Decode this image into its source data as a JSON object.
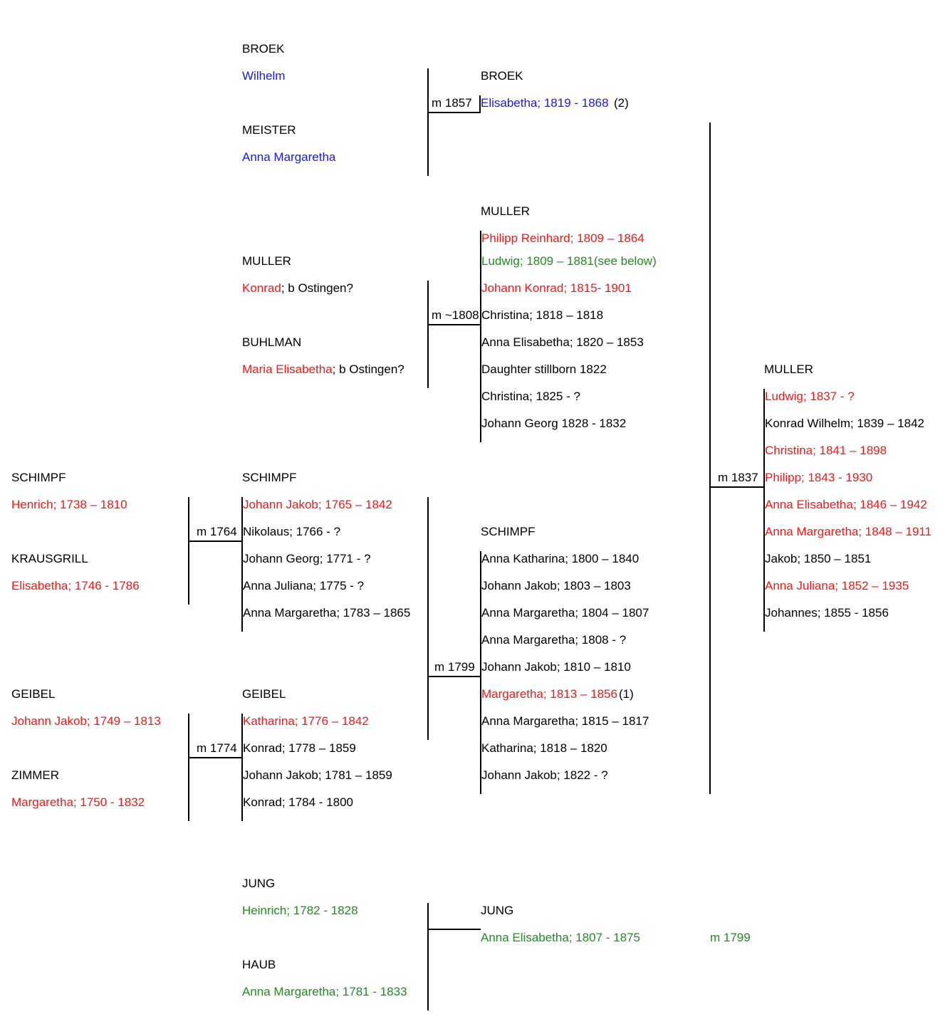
{
  "colors": {
    "blue": "#1a1ae6",
    "red": "#f01818",
    "green": "#228b22",
    "black": "#000000"
  },
  "broek_parents": {
    "father_surname": "BROEK",
    "father_name": "Wilhelm",
    "mother_surname": "MEISTER",
    "mother_name": "Anna Margaretha",
    "marriage": "m 1857"
  },
  "broek_child": {
    "surname": "BROEK",
    "name": "Elisabetha; 1819 - 1868",
    "note": "(2)"
  },
  "muller_parents": {
    "father_surname": "MULLER",
    "father_name": "Konrad",
    "father_note": "; b Ostingen?",
    "mother_surname": "BUHLMAN",
    "mother_name": "Maria Elisabetha",
    "mother_note": "; b Ostingen?",
    "marriage": "m ~1808"
  },
  "muller_children": {
    "surname": "MULLER",
    "c1": "Philipp Reinhard; 1809 – 1864",
    "c2": "Ludwig; 1809 – 1881(see below)",
    "c3": "Johann Konrad; 1815- 1901",
    "c4": "Christina; 1818 – 1818",
    "c5": "Anna Elisabetha; 1820 – 1853",
    "c6": "Daughter stillborn 1822",
    "c7": "Christina; 1825 - ?",
    "c8": "Johann Georg 1828 - 1832"
  },
  "schimpf_gp": {
    "father_surname": "SCHIMPF",
    "father_name": "Henrich; 1738 – 1810",
    "mother_surname": "KRAUSGRILL",
    "mother_name": "Elisabetha; 1746 - 1786",
    "marriage": "m 1764"
  },
  "schimpf_children": {
    "surname": "SCHIMPF",
    "c1": "Johann Jakob; 1765 – 1842",
    "c2": "Nikolaus; 1766 - ?",
    "c3": "Johann Georg; 1771 - ?",
    "c4": "Anna Juliana; 1775 - ?",
    "c5": "Anna Margaretha; 1783 – 1865"
  },
  "geibel_gp": {
    "father_surname": "GEIBEL",
    "father_name": "Johann Jakob; 1749 – 1813",
    "mother_surname": "ZIMMER",
    "mother_name": "Margaretha; 1750 - 1832",
    "marriage": "m 1774"
  },
  "geibel_children": {
    "surname": "GEIBEL",
    "c1": "Katharina; 1776 – 1842",
    "c2": "Konrad; 1778 – 1859",
    "c3": "Johann Jakob; 1781 – 1859",
    "c4": "Konrad; 1784 - 1800"
  },
  "schimpf_family2": {
    "marriage": "m 1799",
    "surname": "SCHIMPF",
    "c1": "Anna Katharina; 1800 – 1840",
    "c2": "Johann Jakob; 1803 – 1803",
    "c3": "Anna Margaretha; 1804 – 1807",
    "c4": "Anna Margaretha; 1808 - ?",
    "c5": "Johann Jakob; 1810 – 1810",
    "c6": "Margaretha; 1813 – 1856",
    "c6_note": "(1)",
    "c7": "Anna Margaretha; 1815 – 1817",
    "c8": "Katharina; 1818 – 1820",
    "c9": "Johann Jakob; 1822 - ?"
  },
  "muller_family2": {
    "marriage": "m 1837",
    "surname": "MULLER",
    "c1": "Ludwig; 1837 - ?",
    "c2": "Konrad Wilhelm; 1839 – 1842",
    "c3": "Christina; 1841 – 1898",
    "c4": "Philipp; 1843 - 1930",
    "c5": "Anna Elisabetha; 1846 – 1942",
    "c6": "Anna Margaretha; 1848 – 1911",
    "c7": "Jakob; 1850 – 1851",
    "c8": "Anna Juliana; 1852 – 1935",
    "c9": "Johannes; 1855 - 1856"
  },
  "jung": {
    "father_surname": "JUNG",
    "father_name": "Heinrich; 1782 - 1828",
    "mother_surname": "HAUB",
    "mother_name": "Anna Margaretha; 1781 - 1833",
    "child_surname": "JUNG",
    "child_name": "Anna Elisabetha; 1807 - 1875",
    "marriage": "m 1799"
  }
}
